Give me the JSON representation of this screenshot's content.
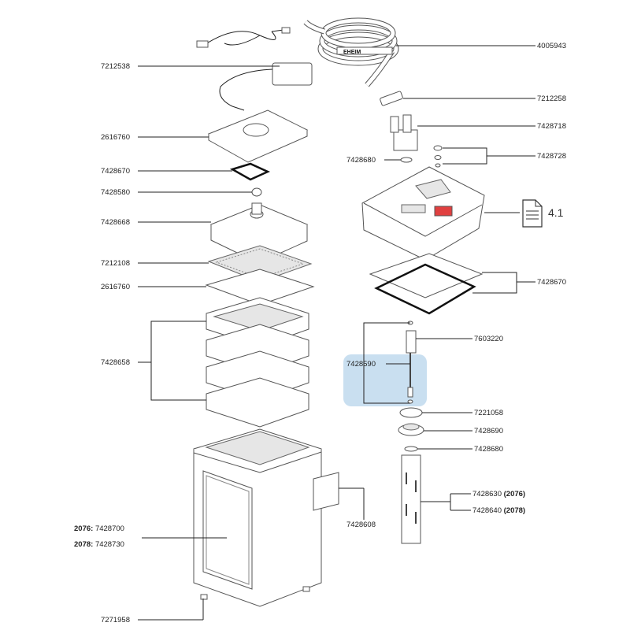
{
  "diagram": {
    "highlight_color": "#c9dff0",
    "labels": {
      "p4005943": "4005943",
      "p7212538": "7212538",
      "p7212258": "7212258",
      "p2616760_top": "2616760",
      "p7428718": "7428718",
      "p7428670_left": "7428670",
      "p7428680_a": "7428680",
      "p7428728": "7428728",
      "p7428580": "7428580",
      "p7428668": "7428668",
      "p7212108": "7212108",
      "p2616760_mid": "2616760",
      "p7428670_right": "7428670",
      "p7428658": "7428658",
      "p7603220": "7603220",
      "p7428590": "7428590",
      "p7221058": "7221058",
      "p7428690": "7428690",
      "p7428680_b": "7428680",
      "p7428608": "7428608",
      "p7428630": "7428630",
      "p7428630_model": "(2076)",
      "p7428640": "7428640",
      "p7428640_model": "(2078)",
      "p2076_model": "2076:",
      "p7428700": "7428700",
      "p2078_model": "2078:",
      "p7428730": "7428730",
      "p7271958": "7271958",
      "doc_ref": "4.1",
      "brand": "EHEIM"
    }
  }
}
